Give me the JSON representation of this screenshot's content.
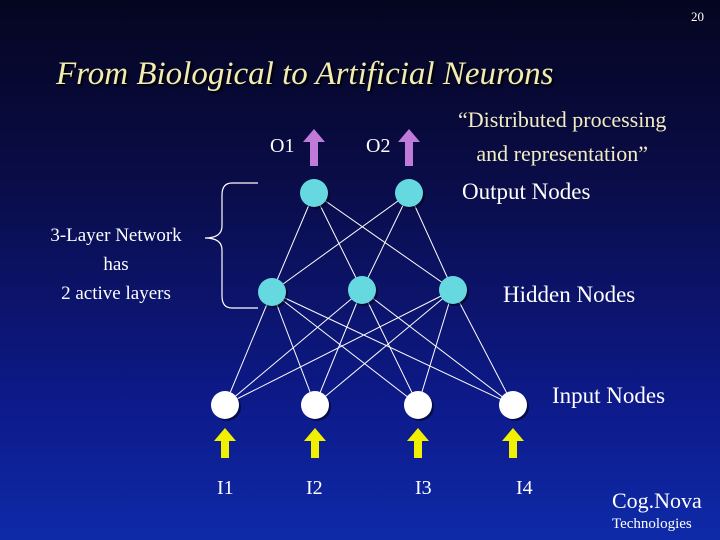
{
  "slide": {
    "page_number": "20",
    "title": "From Biological to Artificial Neurons",
    "quote_line1": "“Distributed processing",
    "quote_line2": "and representation”",
    "network_label_line1": "3-Layer Network",
    "network_label_line2": "has",
    "network_label_line3": "2 active layers"
  },
  "layers": {
    "output_label": "Output Nodes",
    "hidden_label": "Hidden Nodes",
    "input_label": "Input Nodes"
  },
  "outputs": [
    "O1",
    "O2"
  ],
  "inputs": [
    "I1",
    "I2",
    "I3",
    "I4"
  ],
  "logo": {
    "name": "Cog.Nova",
    "tagline": "Technologies"
  },
  "colors": {
    "output_node": "#66d9e0",
    "hidden_node": "#66d9e0",
    "input_node": "#ffffff",
    "input_arrow": "#f0f000",
    "output_arrow": "#c07ad8",
    "title": "#f2ecb0"
  }
}
